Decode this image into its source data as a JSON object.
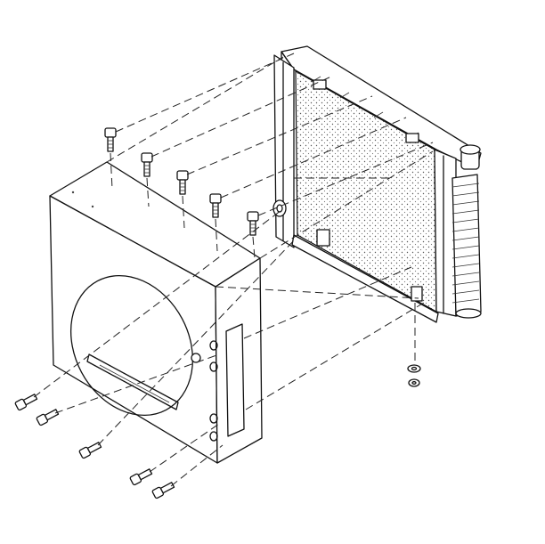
{
  "diagram": {
    "parts": [
      {
        "name": "radiator-core",
        "icon": "radiator-icon"
      },
      {
        "name": "fan-shroud",
        "icon": "shroud-icon"
      },
      {
        "name": "top-bolts",
        "count": 5
      },
      {
        "name": "side-bolts",
        "count": 5
      },
      {
        "name": "bottom-washer-nut",
        "count": 1
      }
    ],
    "colors": {
      "ink": "#111111",
      "background": "#ffffff"
    }
  }
}
